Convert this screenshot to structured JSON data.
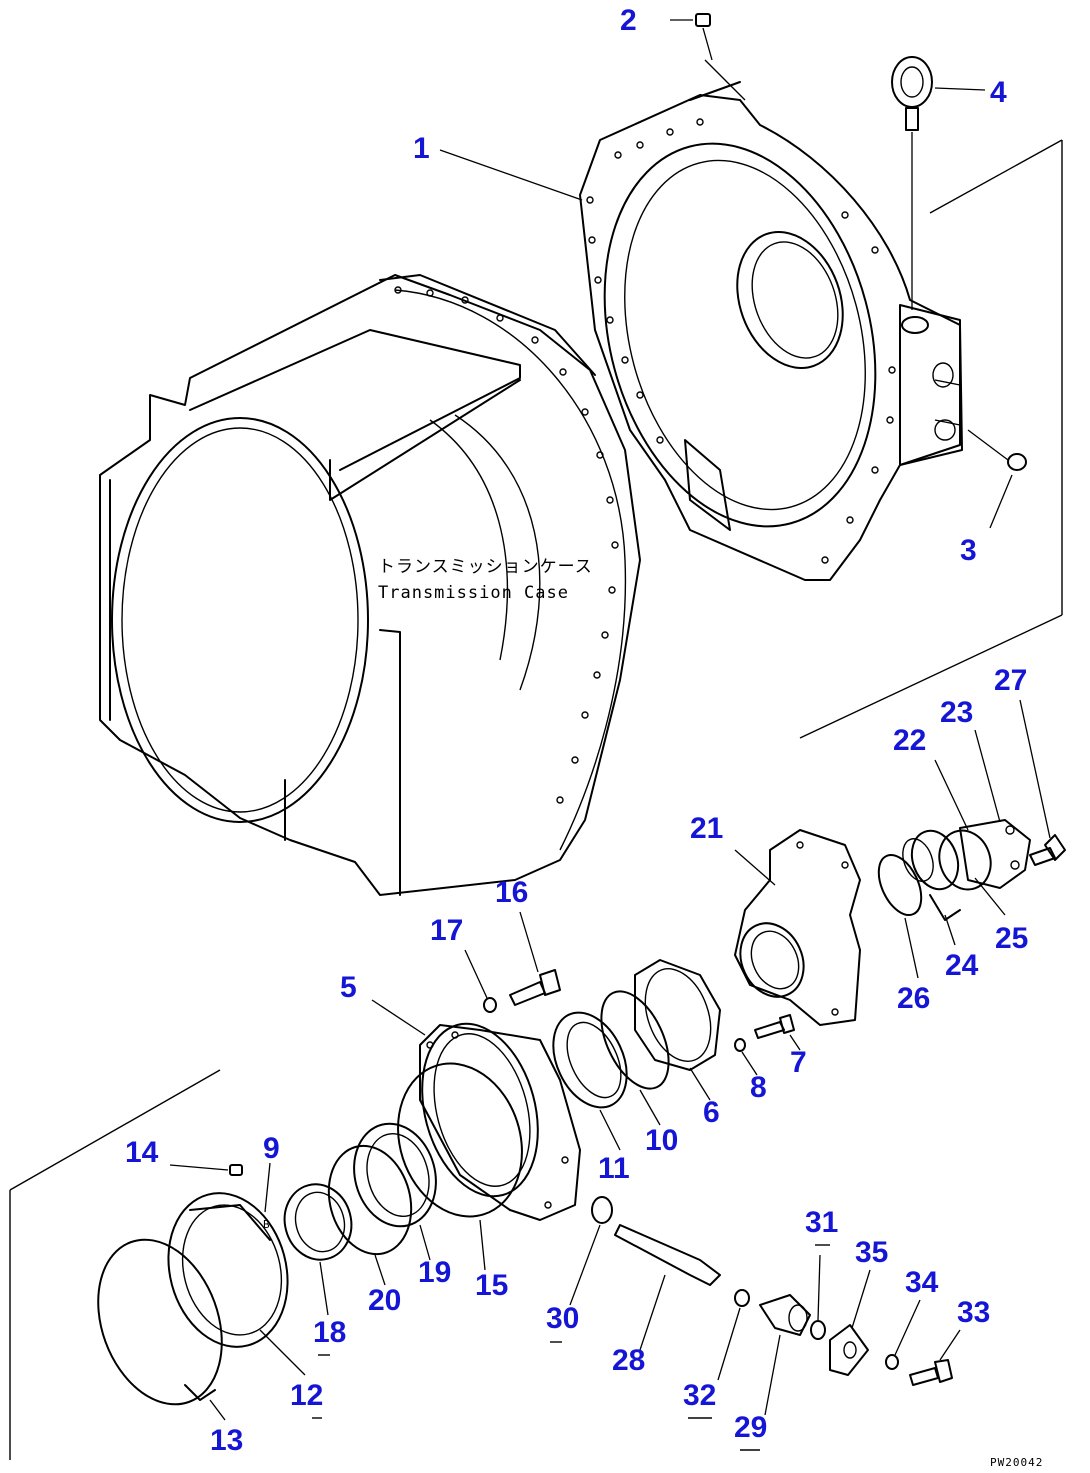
{
  "annotation": {
    "label_ja": "トランスミッションケース",
    "label_en": "Transmission Case"
  },
  "drawing_code": "PW20042",
  "callouts": [
    "1",
    "2",
    "3",
    "4",
    "5",
    "6",
    "7",
    "8",
    "9",
    "10",
    "11",
    "12",
    "13",
    "14",
    "15",
    "16",
    "17",
    "18",
    "19",
    "20",
    "21",
    "22",
    "23",
    "24",
    "25",
    "26",
    "27",
    "28",
    "29",
    "30",
    "31",
    "32",
    "33",
    "34",
    "35"
  ],
  "marker_letter": "B",
  "colors": {
    "callout": "#1515d6",
    "line": "#000000",
    "background": "#ffffff"
  }
}
